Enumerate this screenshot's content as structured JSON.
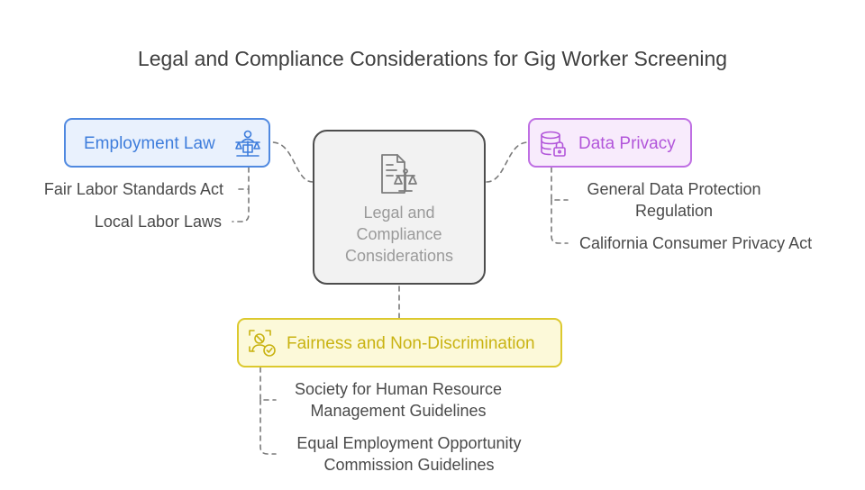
{
  "title": "Legal and Compliance Considerations for Gig Worker Screening",
  "center": {
    "label": "Legal and\nCompliance\nConsiderations",
    "icon": "legal-document-scales-icon"
  },
  "branches": {
    "employment_law": {
      "label": "Employment Law",
      "icon": "justice-person-scales-icon",
      "color": "#3e7ddc",
      "items": [
        "Fair Labor Standards Act",
        "Local Labor Laws"
      ]
    },
    "data_privacy": {
      "label": "Data Privacy",
      "icon": "database-lock-icon",
      "color": "#b256da",
      "items": [
        "General Data Protection\nRegulation",
        "California Consumer Privacy Act"
      ]
    },
    "fairness": {
      "label": "Fairness and Non-Discrimination",
      "icon": "fair-check-icon",
      "color": "#c9b312",
      "items": [
        "Society for Human Resource\nManagement Guidelines",
        "Equal Employment Opportunity\nCommission Guidelines"
      ]
    }
  }
}
